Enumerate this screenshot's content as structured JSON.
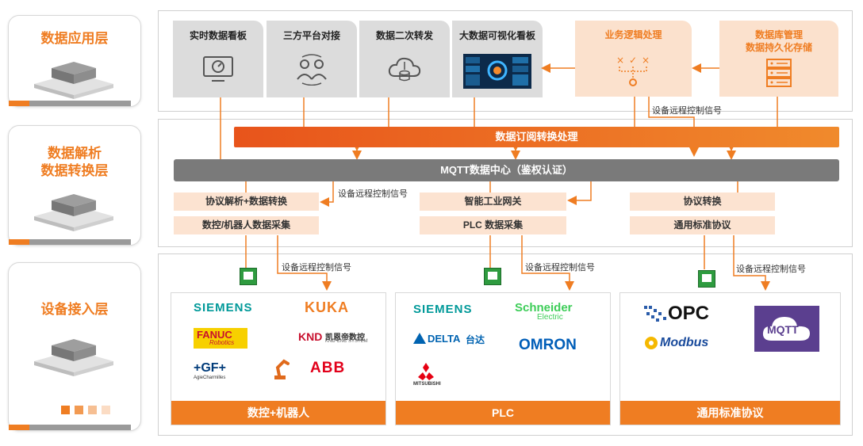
{
  "layers": [
    {
      "title": "数据应用层"
    },
    {
      "title": "数据解析\n数据转换层"
    },
    {
      "title": "设备接入层"
    }
  ],
  "app_tiles": [
    {
      "label": "实时数据看板",
      "icon": "dashboard-monitor-icon"
    },
    {
      "label": "三方平台对接",
      "icon": "users-exchange-icon"
    },
    {
      "label": "数据二次转发",
      "icon": "cloud-upload-icon"
    },
    {
      "label": "大数据可视化看板",
      "icon": "bigdata-screen-icon"
    }
  ],
  "logic_tile": {
    "label": "业务逻辑处理",
    "icon": "logic-flow-icon"
  },
  "db_tile": {
    "label": "数据库管理\n数据持久化存储",
    "icon": "server-icon"
  },
  "subscribe_bar": "数据订阅转换处理",
  "mqtt_bar": "MQTT数据中心（鉴权认证）",
  "protocol_boxes": {
    "left_top": "协议解析+数据转换",
    "left_bottom": "数控/机器人数据采集",
    "mid_top": "智能工业网关",
    "mid_bottom": "PLC 数据采集",
    "right_top": "协议转换",
    "right_bottom": "通用标准协议"
  },
  "signal_label": "设备远程控制信号",
  "device_groups": [
    {
      "footer": "数控+机器人",
      "logos": [
        "SIEMENS",
        "KUKA",
        "FANUC",
        "Robotics",
        "KND",
        "凯恩帝数控",
        "KND CNC SYSTEM",
        "+GF+",
        "AgieCharmilles",
        "ABB"
      ]
    },
    {
      "footer": "PLC",
      "logos": [
        "SIEMENS",
        "Schneider",
        "Electric",
        "DELTA",
        "台达",
        "OMRON",
        "MITSUBISHI"
      ]
    },
    {
      "footer": "通用标准协议",
      "logos": [
        "OPC",
        "Modbus",
        "MQTT"
      ]
    }
  ],
  "colors": {
    "accent": "#ef7d22",
    "accent_light": "#fce3d1",
    "gray": "#7a7a7a",
    "tile_gray": "#dcdcdc"
  }
}
